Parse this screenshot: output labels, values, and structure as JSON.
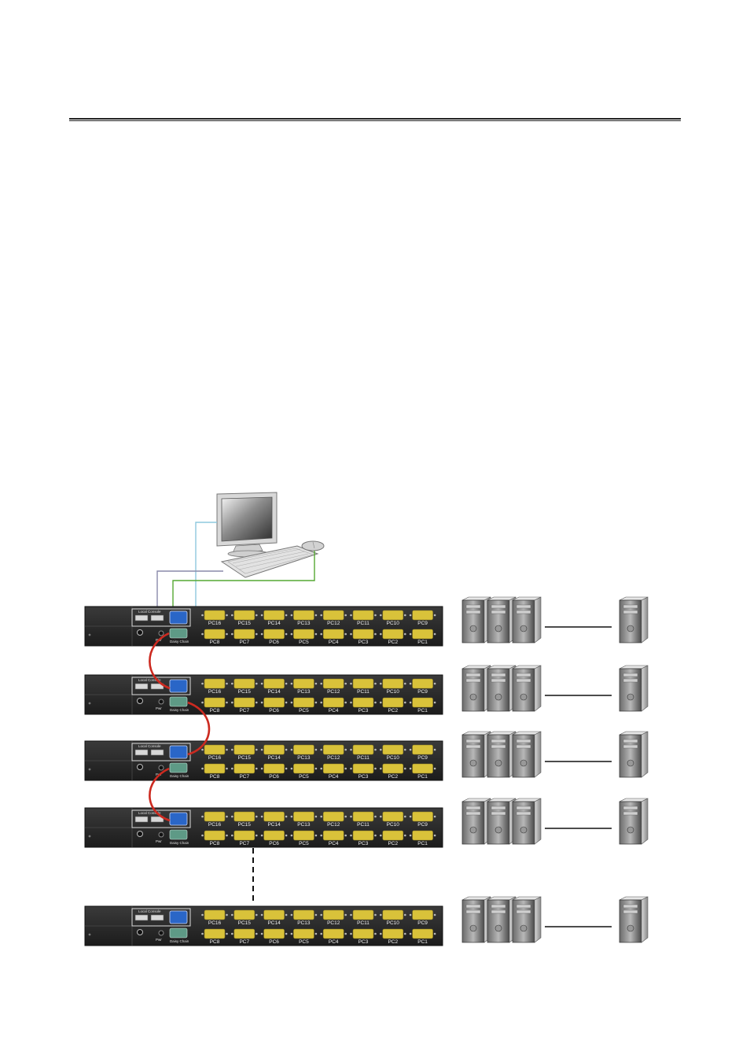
{
  "colors": {
    "switch_body": "#2a2a2a",
    "vga_port": "#d9c23a",
    "console_vga": "#2a66c7",
    "daisy_port": "#5e9a86",
    "daisy_cable": "#cc2a20",
    "cable_blue": "#8ec8de",
    "cable_green": "#55a832",
    "cable_gray": "#8a8aaa"
  },
  "switch": {
    "top_row_labels": [
      "PC16",
      "PC15",
      "PC14",
      "PC13",
      "PC12",
      "PC11",
      "PC10",
      "PC9"
    ],
    "bottom_row_labels": [
      "PC8",
      "PC7",
      "PC6",
      "PC5",
      "PC4",
      "PC3",
      "PC2",
      "PC1"
    ],
    "local_console_label": "Local Console",
    "daisy_chain_label": "Daisy Chain",
    "pwr_label": "Pwr",
    "count": 5
  },
  "icons": [
    "monitor-icon",
    "keyboard-icon",
    "mouse-icon",
    "pc-tower-icon"
  ]
}
